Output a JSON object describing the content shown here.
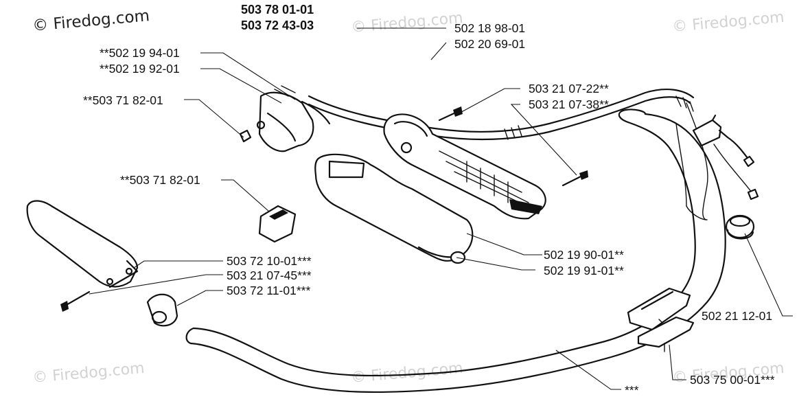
{
  "watermark": "© Firedog.com",
  "assembly_numbers": [
    "503 78 01-01",
    "503 72 43-03"
  ],
  "labels": {
    "l1": "502 18 98-01",
    "l2": "502 20 69-01",
    "l3": "**502 19 94-01",
    "l4": "**502 19 92-01",
    "l5": "**503 71 82-01",
    "l6": "503 21 07-22**",
    "l7": "503 21 07-38**",
    "l8": "**503 71 82-01",
    "l9": "502 19 90-01**",
    "l10": "502 19 91-01**",
    "l11": "503 72 10-01***",
    "l12": "503 21 07-45***",
    "l13": "503 72 11-01***",
    "l14": "502 21 12-01",
    "l15": "503 75 00-01***",
    "l16": "***"
  }
}
